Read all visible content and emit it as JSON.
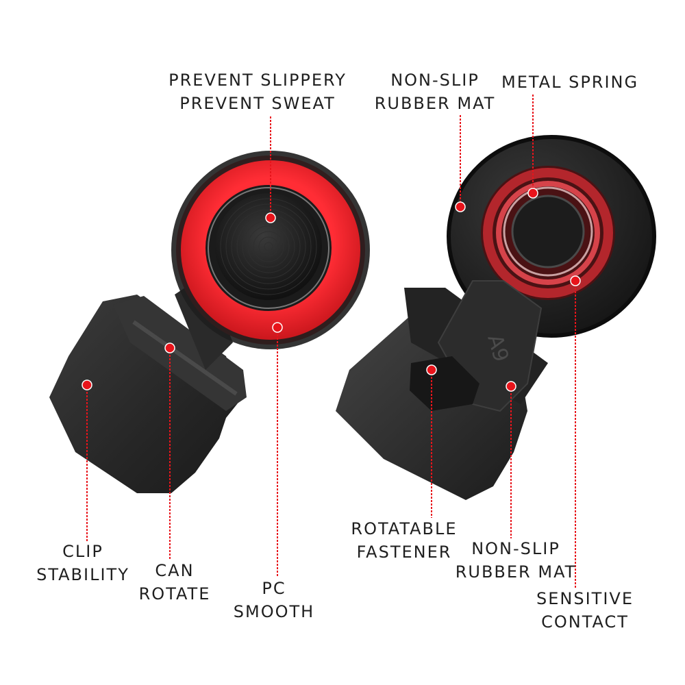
{
  "labels": {
    "prevent": [
      "PREVENT SLIPPERY",
      "PREVENT SWEAT"
    ],
    "nonslip_top": [
      "NON-SLIP",
      "RUBBER MAT"
    ],
    "metal_spring": [
      "METAL SPRING"
    ],
    "clip": [
      "CLIP",
      "STABILITY"
    ],
    "can_rotate": [
      "CAN",
      "ROTATE"
    ],
    "pc_smooth": [
      "PC",
      "SMOOTH"
    ],
    "rotatable": [
      "ROTATABLE",
      "FASTENER"
    ],
    "nonslip_bottom": [
      "NON-SLIP",
      "RUBBER MAT"
    ],
    "sensitive": [
      "SENSITIVE",
      "CONTACT"
    ]
  },
  "product_marking": "A9",
  "colors": {
    "callout_red": "#e8141b",
    "body_dark": "#2b2b2b",
    "ring_red": "#e21b22",
    "text": "#1f1f1f"
  }
}
